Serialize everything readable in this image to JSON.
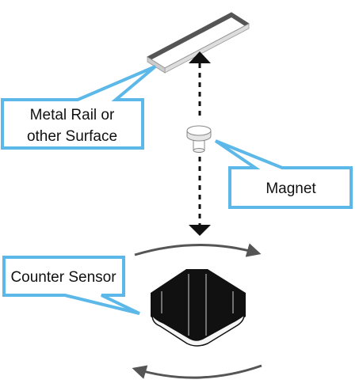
{
  "diagram": {
    "callouts": {
      "rail": {
        "line1": "Metal Rail or",
        "line2": "other Surface"
      },
      "magnet": {
        "label": "Magnet"
      },
      "sensor": {
        "label": "Counter Sensor"
      }
    },
    "colors": {
      "callout_border": "#5bb8e8",
      "rail_gray": "#555555",
      "sensor_black": "#111111",
      "arrow_gray": "#555555",
      "dashed_line": "#111111"
    },
    "icons": [
      "metal-rail-icon",
      "magnet-icon",
      "counter-sensor-icon",
      "rotate-arrow-icon"
    ]
  }
}
